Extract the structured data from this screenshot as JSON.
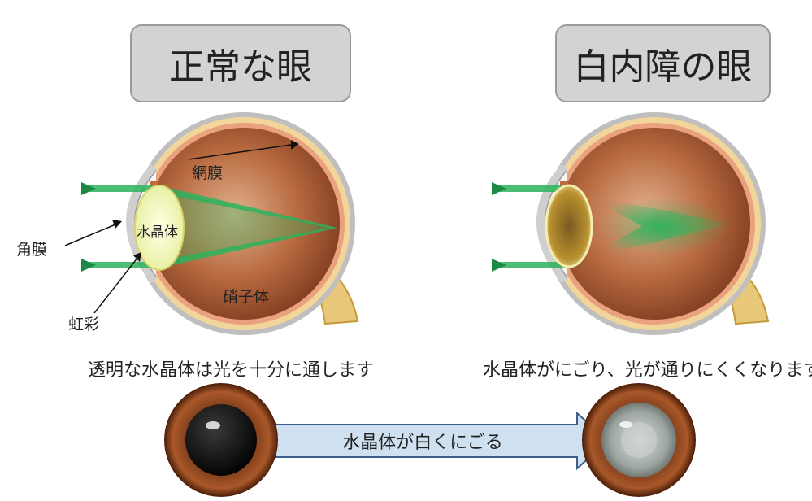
{
  "titles": {
    "normal": "正常な眼",
    "cataract": "白内障の眼"
  },
  "labels": {
    "retina": "網膜",
    "lens": "水晶体",
    "cornea": "角膜",
    "iris": "虹彩",
    "vitreous": "硝子体"
  },
  "captions": {
    "normal": "透明な水晶体は光を十分に通します",
    "cataract": "水晶体がにごり、光が通りにくくなります"
  },
  "bottom_arrow": "水晶体が白くにごる",
  "colors": {
    "title_bg": "#d3d3d3",
    "eyeball": "#a35a34",
    "light_beam": "#2bb35c",
    "arrow_fill": "#cfe0f0",
    "arrow_stroke": "#3b5f8a"
  }
}
